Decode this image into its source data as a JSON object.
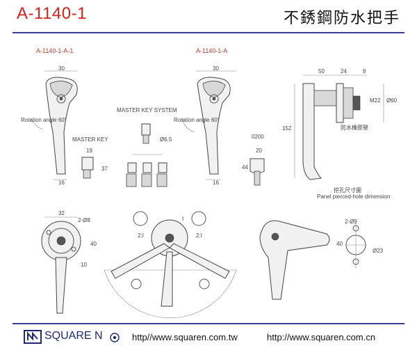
{
  "header": {
    "code": "A-1140-1",
    "title_cn": "不銹鋼防水把手"
  },
  "labels": {
    "variant_a1": "A-1140-1-A-1",
    "variant_a": "A-1140-1-A",
    "master_key_system": "MASTER KEY SYSTEM",
    "master_key": "MASTER KEY",
    "rotation": "Rotation angle 60°",
    "key_code": "0200",
    "waterproof_gasket": "防水橡膠墊",
    "cutout_cn": "挖孔尺寸圖",
    "cutout_en": "Panel pierced-hole dimension",
    "ratio_left": "2:I",
    "ratio_right": "2:I",
    "mark_i": "I"
  },
  "dimensions": {
    "d30_a1": "30",
    "d30_a": "30",
    "d16_a1": "16",
    "d16_a": "16",
    "d19": "19",
    "d37": "37",
    "d6_5": "Ø6.5",
    "d20": "20",
    "d44": "44",
    "d50": "50",
    "d24": "24",
    "d8": "8",
    "m22": "M22",
    "d60": "Ø60",
    "d152": "152",
    "d32": "32",
    "two_d8": "2-Ø8",
    "d40_left": "40",
    "d10": "10",
    "two_d9": "2-Ø9",
    "d40_right": "40",
    "d23": "Ø23"
  },
  "footer": {
    "brand": "SQUARE N",
    "url_tw": "http//www.squaren.com.tw",
    "url_cn": "http://www.squaren.com.cn"
  },
  "colors": {
    "accent_red": "#d9201b",
    "brand_blue": "#1f2870",
    "rule_blue": "#3b3f8f"
  }
}
